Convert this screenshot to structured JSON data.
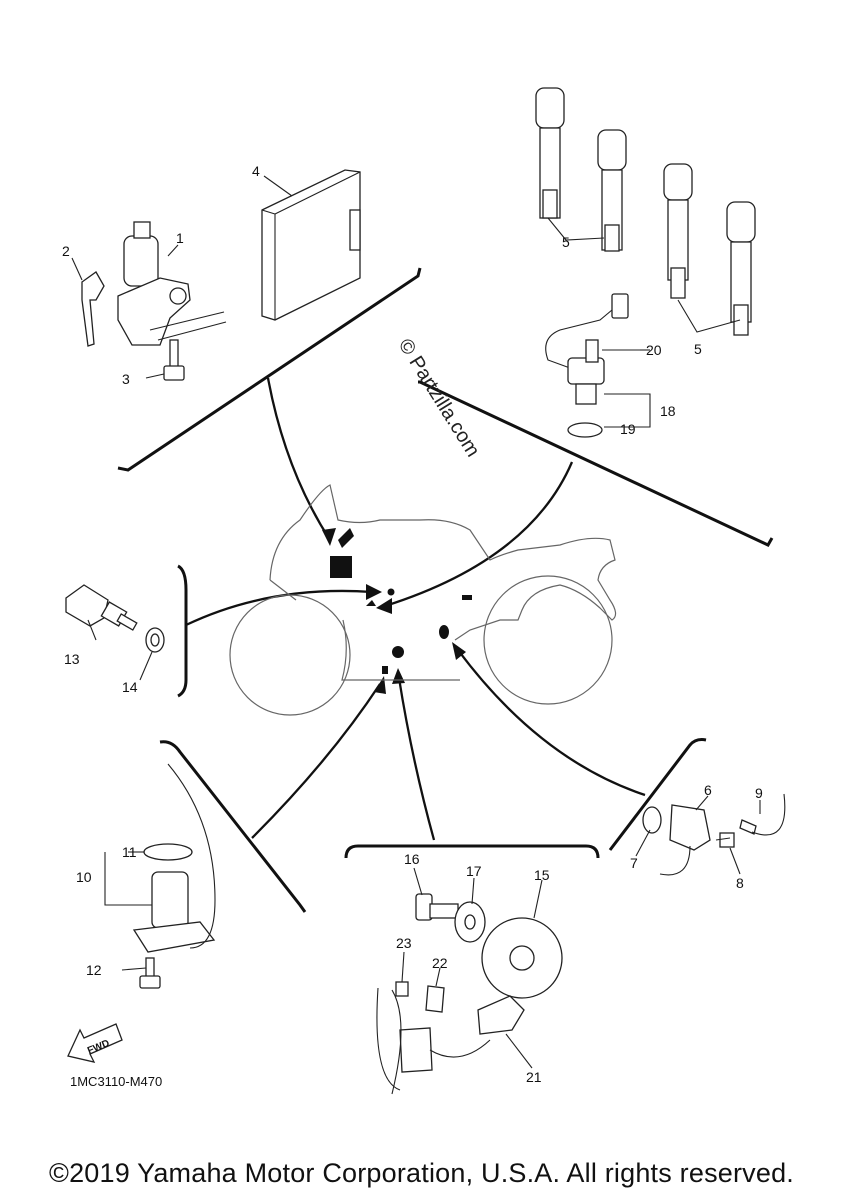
{
  "diagram": {
    "part_numbers": {
      "p1": "1",
      "p2": "2",
      "p3": "3",
      "p4": "4",
      "p5a": "5",
      "p5b": "5",
      "p6": "6",
      "p7": "7",
      "p8": "8",
      "p9": "9",
      "p10": "10",
      "p11": "11",
      "p12": "12",
      "p13": "13",
      "p14": "14",
      "p15": "15",
      "p16": "16",
      "p17": "17",
      "p18": "18",
      "p19": "19",
      "p20": "20",
      "p21": "21",
      "p22": "22",
      "p23": "23"
    },
    "diagram_code": "1MC3110-M470",
    "fwd_label": "FWD",
    "watermark": "© Partzilla.com"
  },
  "footer": {
    "copyright": "©2019 Yamaha Motor Corporation, U.S.A. All rights reserved."
  }
}
